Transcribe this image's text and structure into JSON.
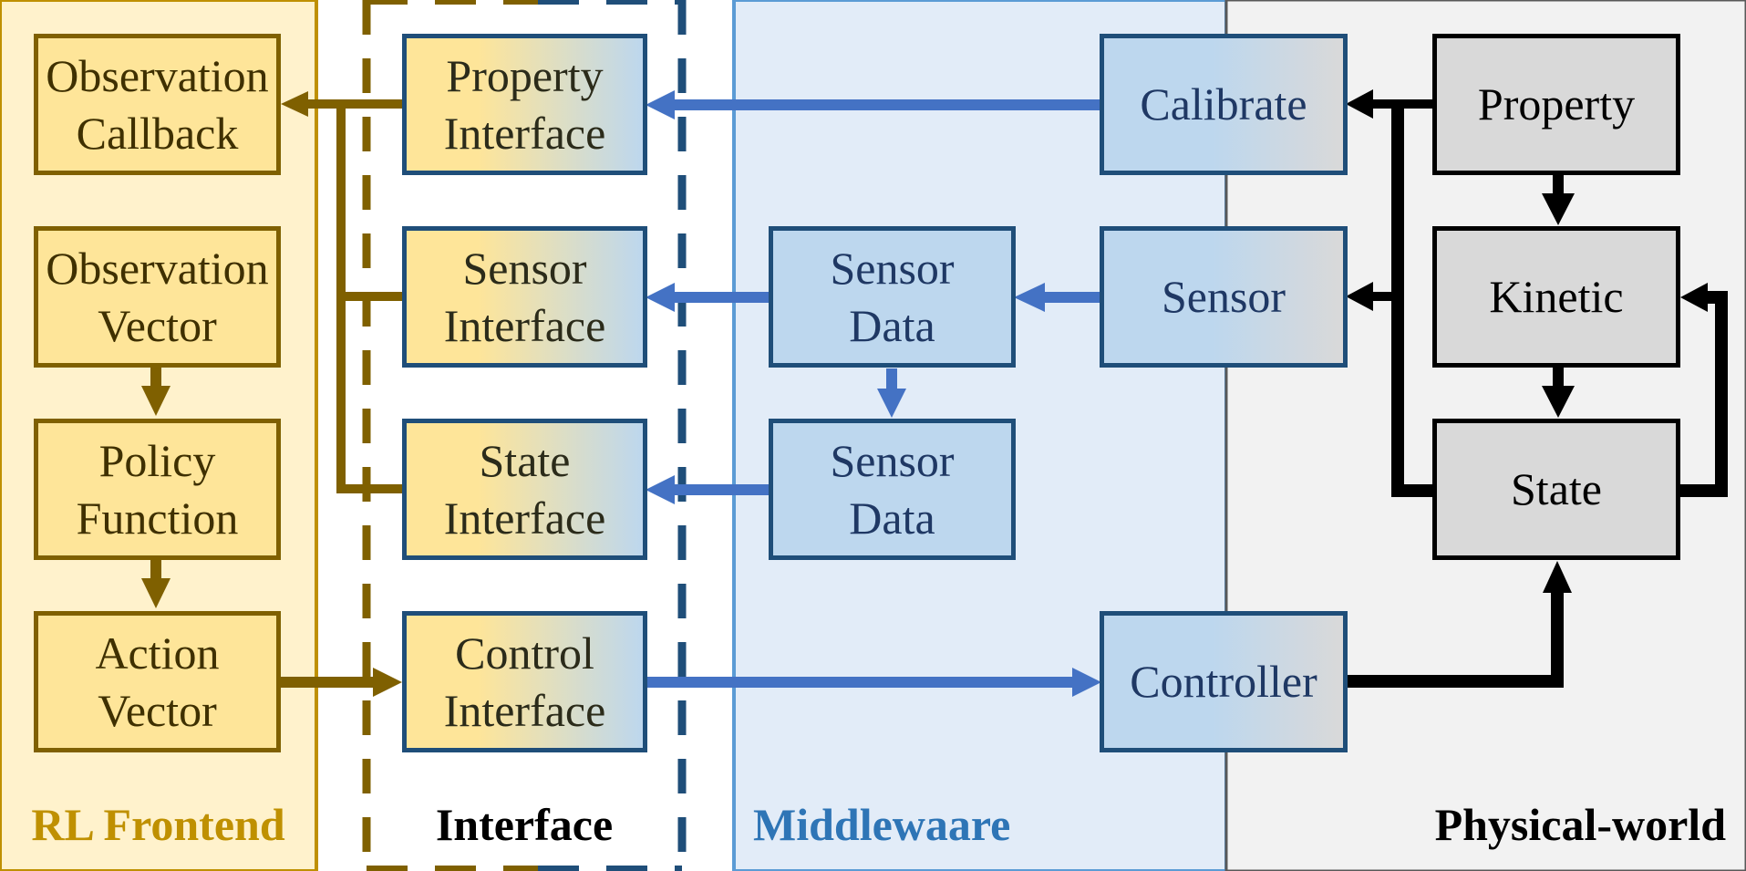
{
  "regions": {
    "rl_frontend": "RL Frontend",
    "interface": "Interface",
    "middleware": "Middlewaare",
    "physical_world": "Physical-world"
  },
  "nodes": {
    "observation_callback": "Observation\nCallback",
    "observation_vector": "Observation\nVector",
    "policy_function": "Policy\nFunction",
    "action_vector": "Action\nVector",
    "property_interface": "Property\nInterface",
    "sensor_interface": "Sensor\nInterface",
    "state_interface": "State\nInterface",
    "control_interface": "Control\nInterface",
    "sensor_data_1": "Sensor\nData",
    "sensor_data_2": "Sensor\nData",
    "calibrate": "Calibrate",
    "sensor": "Sensor",
    "controller": "Controller",
    "property": "Property",
    "kinetic": "Kinetic",
    "state": "State"
  },
  "colors": {
    "frontend_fill": "#fff2cc",
    "frontend_border": "#bf9000",
    "middleware_fill": "#e2ecf8",
    "middleware_border": "#5b9bd5",
    "physical_fill": "#f2f2f2",
    "brown_arrow": "#7f6000",
    "blue_arrow": "#4472c4",
    "black_arrow": "#000000"
  }
}
